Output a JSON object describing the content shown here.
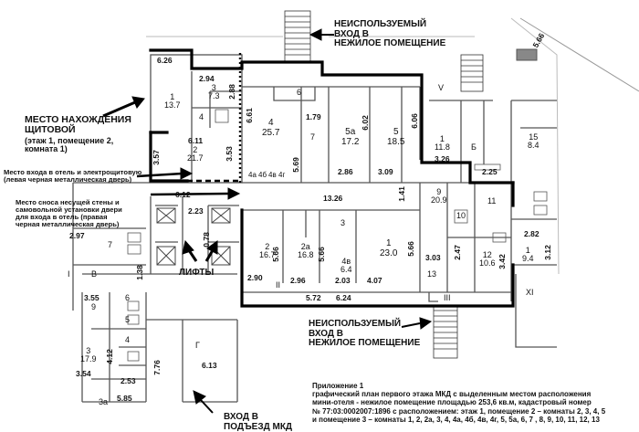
{
  "colors": {
    "ink": "#1a1a1a",
    "wall_thick": "#000000",
    "wall_thin": "#555555",
    "background": "#ffffff"
  },
  "annotations": {
    "unused_entrance_top": [
      "НЕИСПОЛЬЗУЕМЫЙ",
      "ВХОД В",
      "НЕЖИЛОЕ ПОМЕЩЕНИЕ"
    ],
    "switchboard": [
      "МЕСТО НАХОЖДЕНИЯ",
      "ЩИТОВОЙ"
    ],
    "switchboard_note": [
      "(этаж 1, помещение 2,",
      "комната 1)"
    ],
    "hotel_entrance": [
      "Место входа в отель и электрощитовую",
      "(левая черная металлическая дверь)"
    ],
    "wall_demolition": [
      "Место сноса несущей стены и",
      "самовольной установки двери",
      "для входа в отель (правая",
      "черная металлическая дверь)"
    ],
    "lifts": "ЛИФТЫ",
    "unused_entrance_bottom": [
      "НЕИСПОЛЬЗУЕМЫЙ",
      "ВХОД В",
      "НЕЖИЛОЕ ПОМЕЩЕНИЕ"
    ],
    "entrance_porch": [
      "ВХОД В",
      "ПОДЪЕЗД МКД"
    ]
  },
  "caption": {
    "title": "Приложение 1",
    "lines": [
      "графический план первого этажа МКД с выделенным местом расположения",
      "мини-отеля - нежилое помещение площадью 253,6 кв.м, кадастровый номер",
      "№ 77:03:0002007:1896 с расположением: этаж 1, помещение 2 – комнаты 2, 3, 4, 5",
      "и помещение 3 – комнаты 1, 2, 2а, 3, 4, 4а, 4б, 4в, 4г, 5, 5а, 6, 7 , 8, 9, 10, 11, 12, 13"
    ]
  },
  "rooms": {
    "r1": {
      "num": "1",
      "area": "13.7"
    },
    "r2": {
      "num": "2",
      "area": "21.7"
    },
    "r3top": {
      "num": "3",
      "area": "7.3"
    },
    "r4a": "4",
    "r4": {
      "num": "4",
      "area": "25.7"
    },
    "r5a": {
      "num": "5а",
      "area": "17.2"
    },
    "r5": {
      "num": "5",
      "area": "18.5"
    },
    "r7": "7",
    "r6": "6",
    "rV": "V",
    "r1b": {
      "num": "1",
      "area": "11.8"
    },
    "rB": "Б",
    "r15": {
      "num": "15",
      "area": "8.4"
    },
    "r9": {
      "num": "9",
      "area": "20.9"
    },
    "r11": "11",
    "r10": "10",
    "r2b": {
      "num": "2",
      "area": "16.7"
    },
    "r2a": {
      "num": "2а",
      "area": "16.8"
    },
    "r4v": {
      "num": "4в",
      "area": "6.4"
    },
    "r1c": {
      "num": "1",
      "area": "23.0"
    },
    "r3mid": "3",
    "r13": "13",
    "r12": {
      "num": "12",
      "area": "10.6"
    },
    "r1d": {
      "num": "1",
      "area": "9.4"
    },
    "r7l": "7",
    "rI": "I",
    "rB2": "В",
    "r9l": "9",
    "r6l": "6",
    "r5l": "5",
    "r4l": "4",
    "r3l": {
      "num": "3",
      "area": "17.9"
    },
    "r3a": "3а",
    "rG": "Г",
    "rIII": "III",
    "rII": "II",
    "rXI": "XI",
    "small_rooms": [
      "4а",
      "4б",
      "4в",
      "4г"
    ]
  },
  "dimensions": {
    "d626": "6.26",
    "d294": "2.94",
    "d288": "2.88",
    "d611": "6.11",
    "d357": "3.57",
    "d353": "3.53",
    "d661": "6.61",
    "d179": "1.79",
    "d569": "5.69",
    "d602": "6.02",
    "d606": "6.06",
    "d286": "2.86",
    "d309": "3.09",
    "d326": "3.26",
    "d225": "2.25",
    "d612": "6.12",
    "d1326": "13.26",
    "d141": "1.41",
    "d223": "2.23",
    "d078": "0.78",
    "d297": "2.97",
    "d138": "1.38",
    "d566a": "5.66",
    "d566b": "5.66",
    "d566c": "5.66",
    "d290": "2.90",
    "d296": "2.96",
    "d203": "2.03",
    "d407": "4.07",
    "d303": "3.03",
    "d247": "2.47",
    "d342": "3.42",
    "d282": "2.82",
    "d312": "3.12",
    "d572": "5.72",
    "d624": "6.24",
    "d355": "3.55",
    "d412": "4.12",
    "d253": "2.53",
    "d354": "3.54",
    "d585": "5.85",
    "d776": "7.76",
    "d613": "6.13",
    "d566top": "5.66"
  }
}
